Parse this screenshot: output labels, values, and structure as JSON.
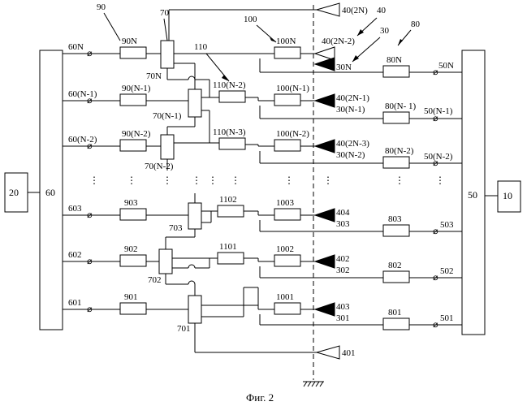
{
  "blocks": {
    "b20": "20",
    "b60": "60",
    "b50": "50",
    "b10": "10"
  },
  "rows_left": [
    "60N",
    "60(N-1)",
    "60(N-2)",
    "603",
    "602",
    "601"
  ],
  "rows_90": [
    "90N",
    "90(N-1)",
    "90(N-2)",
    "903",
    "902",
    "901"
  ],
  "rows_70": [
    "70N",
    "70(N-1)",
    "70(N-2)",
    "703",
    "702",
    "701"
  ],
  "rows_110": [
    "110(N-2)",
    "110(N-3)",
    "1102",
    "1101"
  ],
  "rows_100": [
    "100N",
    "100(N-1)",
    "100(N-2)",
    "1003",
    "1002",
    "1001"
  ],
  "rows_ant_top": [
    "40(2N-2)",
    "40(2N-1)",
    "40(2N-3)",
    "404",
    "402",
    "403"
  ],
  "rows_ant_bot": [
    "30N",
    "30(N-1)",
    "30(N-2)",
    "303",
    "302",
    "301"
  ],
  "rows_80": [
    "80N",
    "80(N- 1)",
    "80(N-2)",
    "803",
    "802",
    "801"
  ],
  "rows_right": [
    "50N",
    "50(N-1)",
    "50(N-2)",
    "503",
    "502",
    "501"
  ],
  "top_antenna": "40(2N)",
  "bottom_antenna": "401",
  "ref_labels": {
    "r90": "90",
    "r70": "70",
    "r110": "110",
    "r100": "100",
    "r40": "40",
    "r30": "30",
    "r80": "80"
  },
  "caption": "Фиг. 2"
}
